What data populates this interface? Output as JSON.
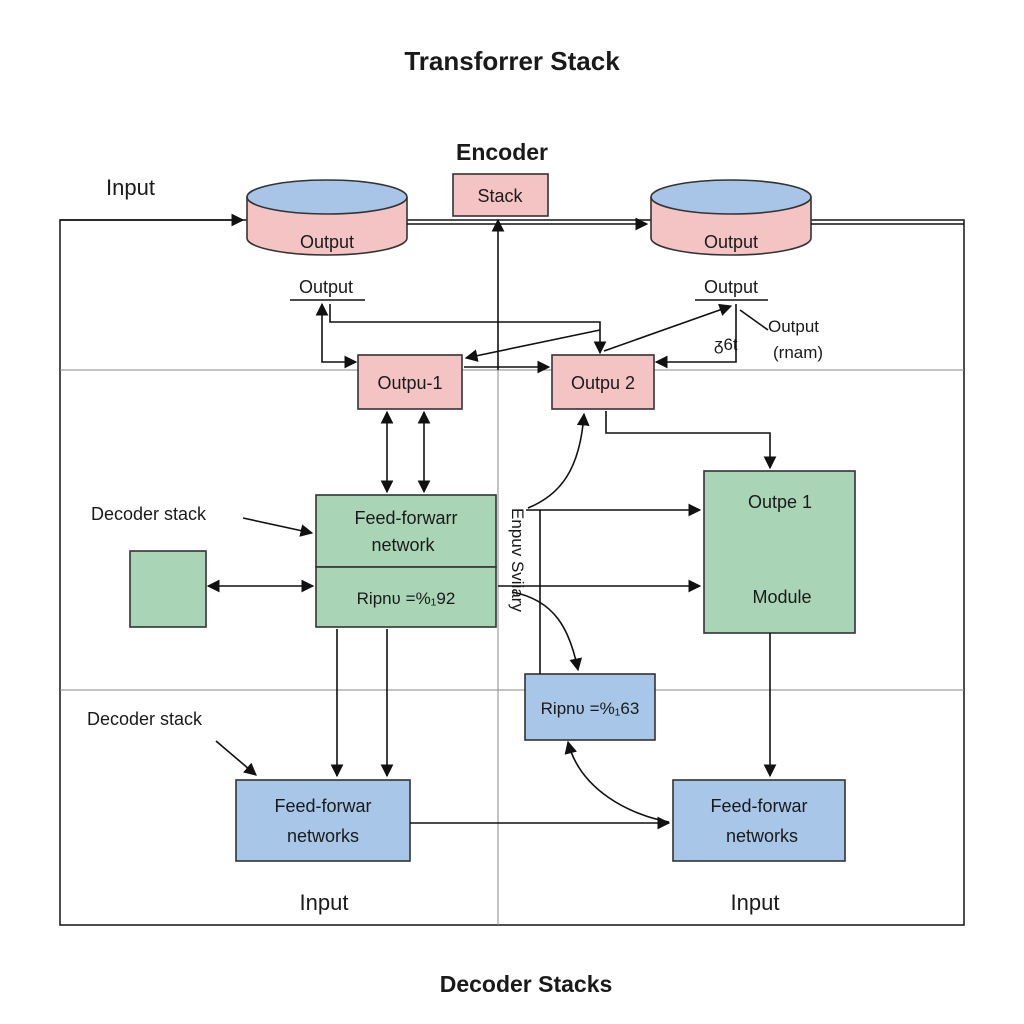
{
  "title": "Transforrer Stack",
  "encoder_label": "Encoder",
  "stack_box": "Stack",
  "input_top_left": "Input",
  "cylinder_left": "Output",
  "cylinder_right": "Output",
  "output_label_left": "Output",
  "output_label_right": "Output",
  "small_label": "ᵹ6t",
  "output_note_line1": "Output",
  "output_note_line2": "(rnam)",
  "box_output1": "Outpu-1",
  "box_output2": "Outpu 2",
  "decoder_stack_label_1": "Decoder stack",
  "decoder_stack_label_2": "Decoder stack",
  "ffn_line1": "Feed-forwarr",
  "ffn_line2": "network",
  "green_sub_box": "Ripnʋ =%₁92",
  "vertical_label": "Enpuv Sviiary",
  "module_line1": "Outpe 1",
  "module_line2": "Module",
  "blue_mid_box": "Ripnʋ =%₁63",
  "ffn_left_line1": "Feed-forwar",
  "ffn_left_line2": "networks",
  "ffn_right_line1": "Feed-forwar",
  "ffn_right_line2": "networks",
  "input_bottom_left": "Input",
  "input_bottom_right": "Input",
  "footer": "Decoder Stacks",
  "colors": {
    "red_fill": "#f4c4c4",
    "green_fill": "#a9d4b6",
    "blue_fill": "#a7c6e8",
    "cylinder_top": "#a8c4e6"
  }
}
